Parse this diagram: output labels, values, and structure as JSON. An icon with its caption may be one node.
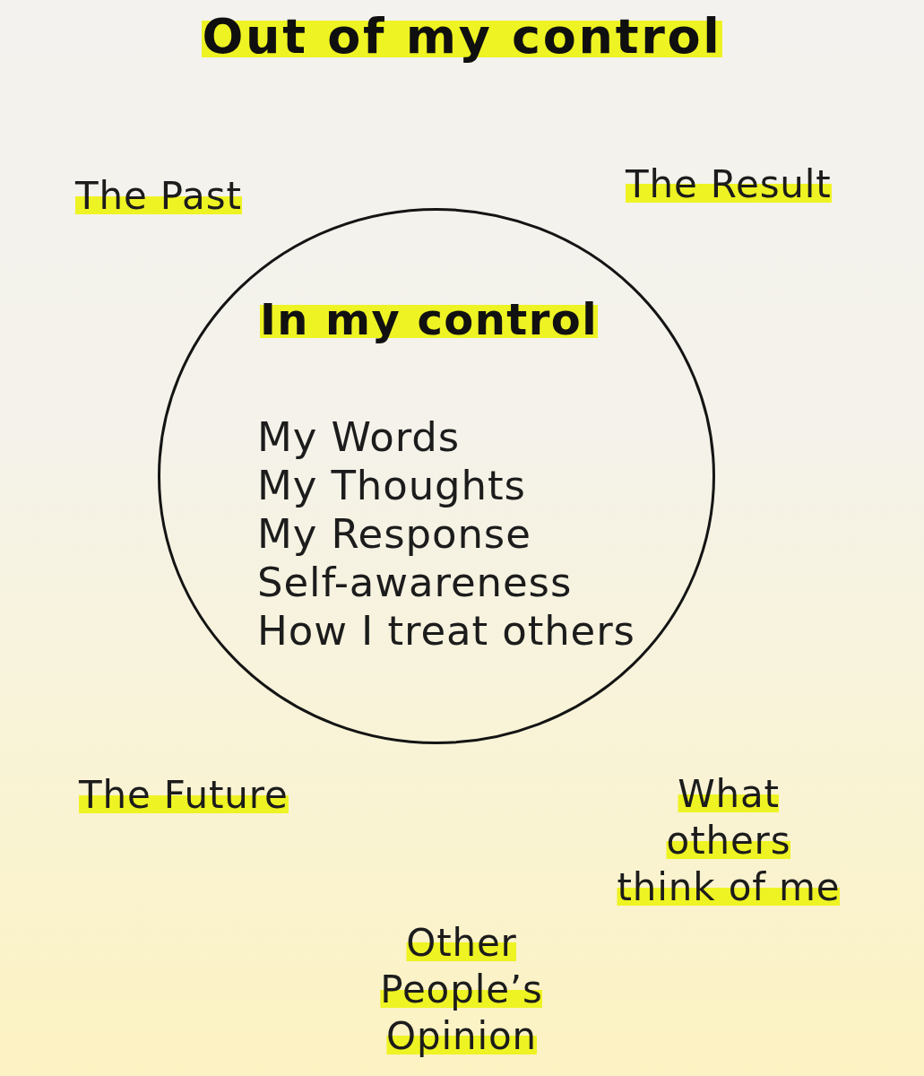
{
  "diagram": {
    "title": "Out of my control",
    "nodes": [
      {
        "text": [
          "In my control",
          "My Words",
          "My Thoughts",
          "My Response",
          "Self-awareness",
          "How I treat others"
        ]
      }
    ],
    "labels": [
      "The Past",
      "The Result",
      "The Future",
      "What others think of me",
      "Other People’s Opinion"
    ]
  }
}
